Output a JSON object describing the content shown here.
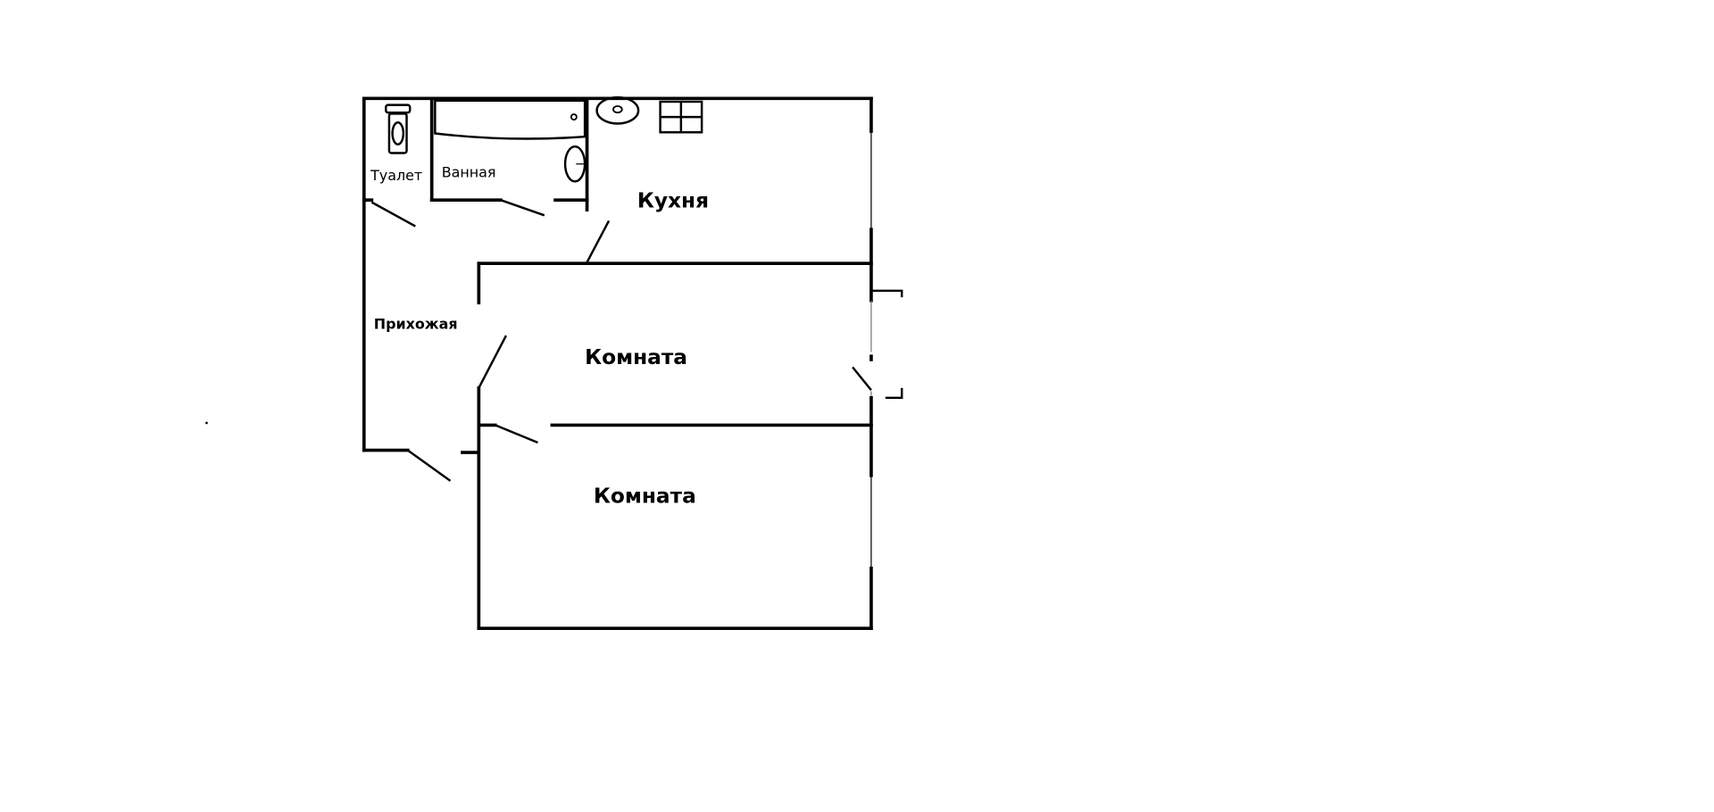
{
  "plan": {
    "rooms": {
      "toilet": "Туалет",
      "bathroom": "Ванная",
      "kitchen": "Кухня",
      "hallway": "Прихожая",
      "room_1": "Комната",
      "room_2": "Комната"
    }
  }
}
